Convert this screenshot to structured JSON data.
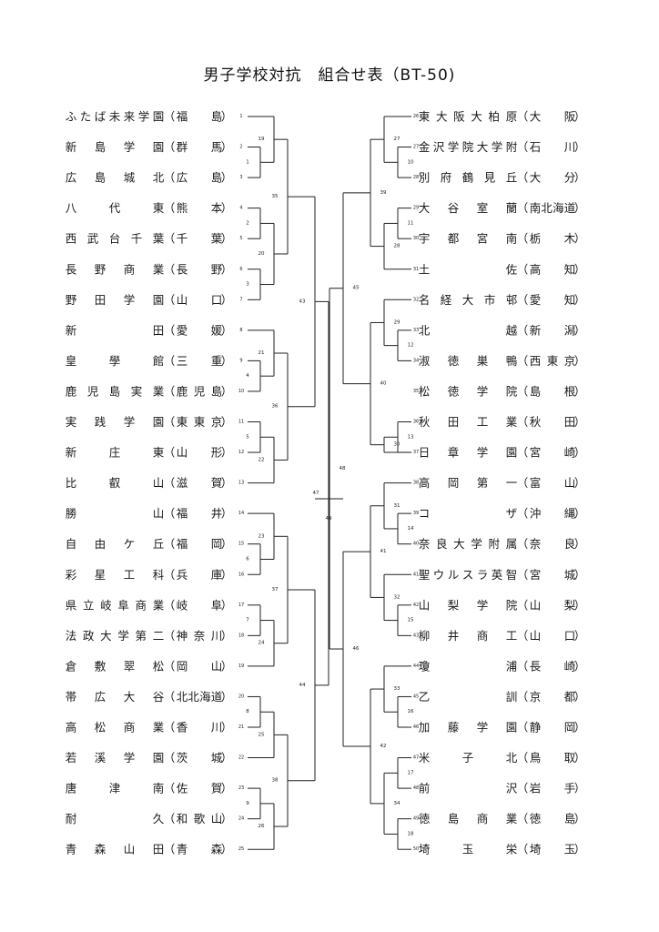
{
  "title": "男子学校対抗　組合せ表（BT-50)",
  "left_teams": [
    {
      "num": "1",
      "name": "ふたば未来学園",
      "pref": "福島"
    },
    {
      "num": "2",
      "name": "新島学園",
      "pref": "群馬"
    },
    {
      "num": "3",
      "name": "広島城北",
      "pref": "広島"
    },
    {
      "num": "4",
      "name": "八代東",
      "pref": "熊本"
    },
    {
      "num": "5",
      "name": "西武台千葉",
      "pref": "千葉"
    },
    {
      "num": "6",
      "name": "長野商業",
      "pref": "長野"
    },
    {
      "num": "7",
      "name": "野田学園",
      "pref": "山口"
    },
    {
      "num": "8",
      "name": "新田",
      "pref": "愛媛"
    },
    {
      "num": "9",
      "name": "皇學館",
      "pref": "三重"
    },
    {
      "num": "10",
      "name": "鹿児島実業",
      "pref": "鹿児島"
    },
    {
      "num": "11",
      "name": "実践学園",
      "pref": "東東京"
    },
    {
      "num": "12",
      "name": "新庄東",
      "pref": "山形"
    },
    {
      "num": "13",
      "name": "比叡山",
      "pref": "滋賀"
    },
    {
      "num": "14",
      "name": "勝山",
      "pref": "福井"
    },
    {
      "num": "15",
      "name": "自由ケ丘",
      "pref": "福岡"
    },
    {
      "num": "16",
      "name": "彩星工科",
      "pref": "兵庫"
    },
    {
      "num": "17",
      "name": "県立岐阜商業",
      "pref": "岐阜"
    },
    {
      "num": "18",
      "name": "法政大学第二",
      "pref": "神奈川"
    },
    {
      "num": "19",
      "name": "倉敷翠松",
      "pref": "岡山"
    },
    {
      "num": "20",
      "name": "帯広大谷",
      "pref": "北北海道"
    },
    {
      "num": "21",
      "name": "高松商業",
      "pref": "香川"
    },
    {
      "num": "22",
      "name": "若溪学園",
      "pref": "茨城"
    },
    {
      "num": "23",
      "name": "唐津南",
      "pref": "佐賀"
    },
    {
      "num": "24",
      "name": "耐久",
      "pref": "和歌山"
    },
    {
      "num": "25",
      "name": "青森山田",
      "pref": "青森"
    }
  ],
  "right_teams": [
    {
      "num": "26",
      "name": "東大阪大柏原",
      "pref": "大阪"
    },
    {
      "num": "27",
      "name": "金沢学院大学附",
      "pref": "石川"
    },
    {
      "num": "28",
      "name": "別府鶴見丘",
      "pref": "大分"
    },
    {
      "num": "29",
      "name": "大谷室蘭",
      "pref": "南北海道"
    },
    {
      "num": "30",
      "name": "宇都宮南",
      "pref": "栃木"
    },
    {
      "num": "31",
      "name": "土佐",
      "pref": "高知"
    },
    {
      "num": "32",
      "name": "名経大市邨",
      "pref": "愛知"
    },
    {
      "num": "33",
      "name": "北越",
      "pref": "新潟"
    },
    {
      "num": "34",
      "name": "淑徳巣鴨",
      "pref": "西東京"
    },
    {
      "num": "35",
      "name": "松徳学院",
      "pref": "島根"
    },
    {
      "num": "36",
      "name": "秋田工業",
      "pref": "秋田"
    },
    {
      "num": "37",
      "name": "日章学園",
      "pref": "宮崎"
    },
    {
      "num": "38",
      "name": "高岡第一",
      "pref": "富山"
    },
    {
      "num": "39",
      "name": "コザ",
      "pref": "沖縄"
    },
    {
      "num": "40",
      "name": "奈良大学附属",
      "pref": "奈良"
    },
    {
      "num": "41",
      "name": "聖ウルスラ英智",
      "pref": "宮城"
    },
    {
      "num": "42",
      "name": "山梨学院",
      "pref": "山梨"
    },
    {
      "num": "43",
      "name": "柳井商工",
      "pref": "山口"
    },
    {
      "num": "44",
      "name": "瓊浦",
      "pref": "長崎"
    },
    {
      "num": "45",
      "name": "乙訓",
      "pref": "京都"
    },
    {
      "num": "46",
      "name": "加藤学園",
      "pref": "静岡"
    },
    {
      "num": "47",
      "name": "米子北",
      "pref": "鳥取"
    },
    {
      "num": "48",
      "name": "前沢",
      "pref": "岩手"
    },
    {
      "num": "49",
      "name": "徳島商業",
      "pref": "徳島"
    },
    {
      "num": "50",
      "name": "埼玉栄",
      "pref": "埼玉"
    }
  ],
  "left_matches": {
    "r1": [
      "1",
      "2",
      "3",
      "4",
      "5",
      "6",
      "7",
      "8",
      "9"
    ],
    "r2": [
      "19",
      "20",
      "21",
      "22",
      "23",
      "24",
      "25",
      "26"
    ],
    "r3": [
      "35",
      "36",
      "37",
      "38"
    ],
    "r4": [
      "43",
      "44"
    ],
    "r5": "47"
  },
  "right_matches": {
    "r1": [
      "10",
      "11",
      "12",
      "13",
      "14",
      "15",
      "16",
      "17",
      "18"
    ],
    "r2": [
      "27",
      "28",
      "29",
      "30",
      "31",
      "32",
      "33",
      "34"
    ],
    "r3": [
      "39",
      "40",
      "41",
      "42"
    ],
    "r4": [
      "45",
      "46"
    ],
    "r5": "48"
  },
  "final_match": "49",
  "paren_open": "（",
  "paren_close": "）"
}
